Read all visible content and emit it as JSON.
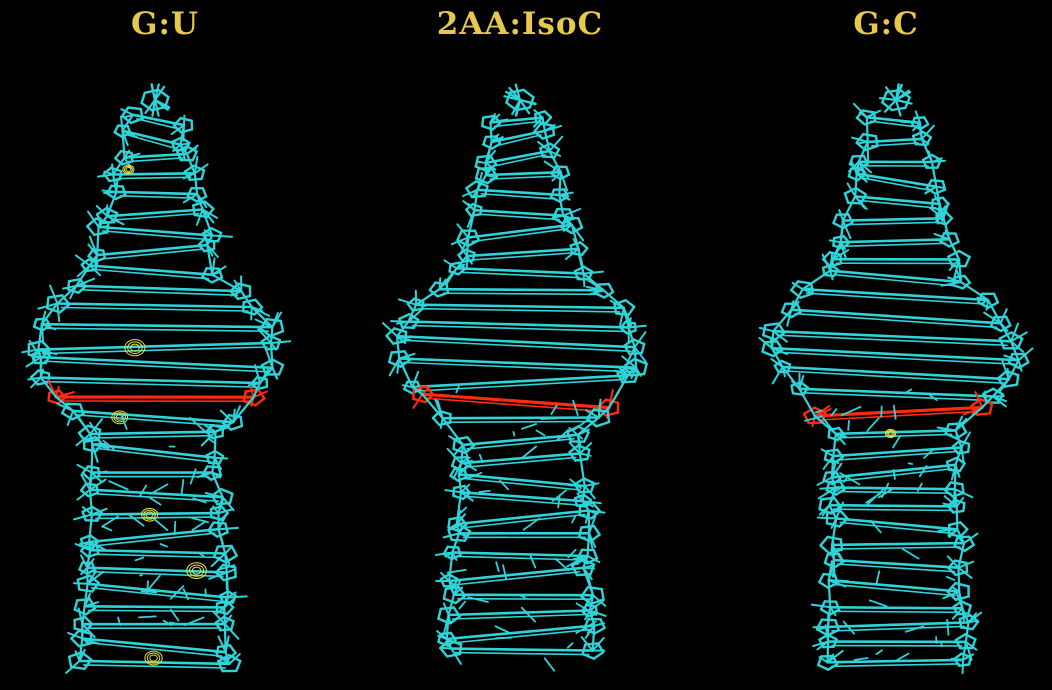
{
  "colors": {
    "background": "#000000",
    "title": "#e6c94a",
    "backbone": "#2fd4d9",
    "highlight_pair": "#ff2a10",
    "density_mesh": "#e8e040"
  },
  "panels": [
    {
      "title": "G:U"
    },
    {
      "title": "2AA:IsoC"
    },
    {
      "title": "G:C"
    }
  ]
}
